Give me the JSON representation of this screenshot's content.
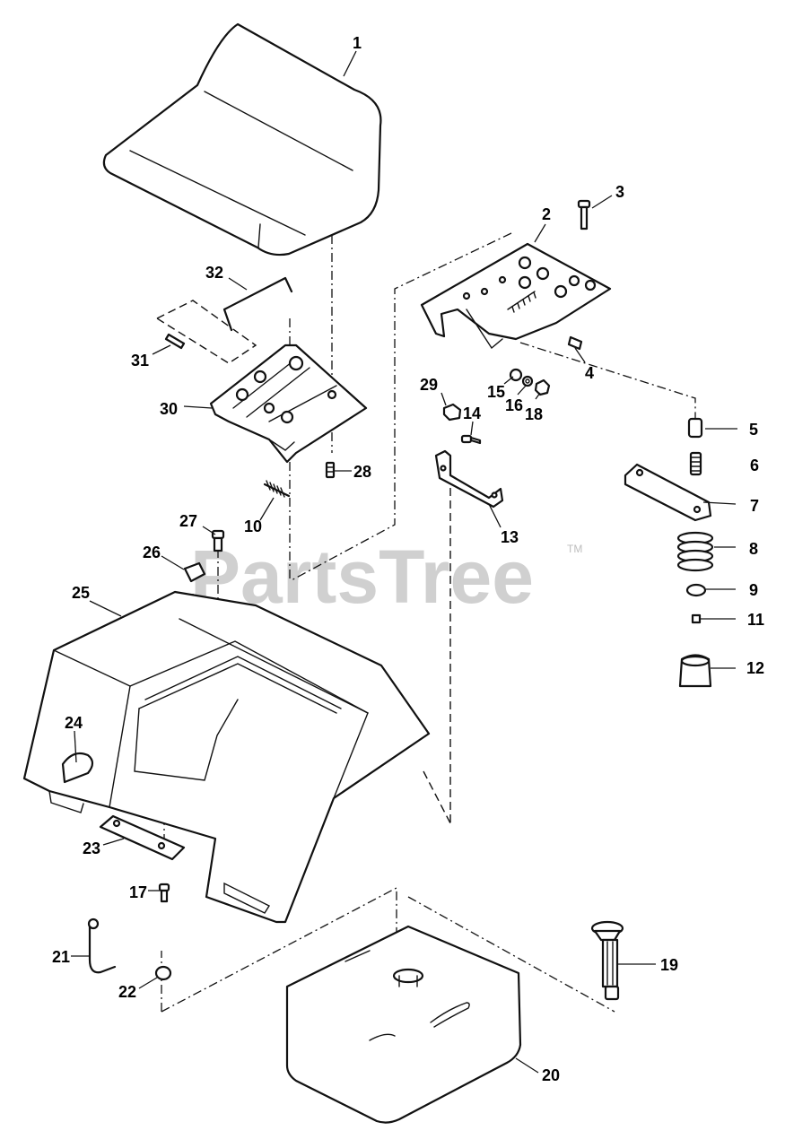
{
  "watermark": {
    "text": "PartsTree",
    "tm": "TM"
  },
  "callouts": [
    "1",
    "2",
    "3",
    "4",
    "5",
    "6",
    "7",
    "8",
    "9",
    "10",
    "11",
    "12",
    "13",
    "14",
    "15",
    "16",
    "17",
    "18",
    "19",
    "20",
    "21",
    "22",
    "23",
    "24",
    "25",
    "26",
    "27",
    "28",
    "29",
    "30",
    "31",
    "32"
  ]
}
